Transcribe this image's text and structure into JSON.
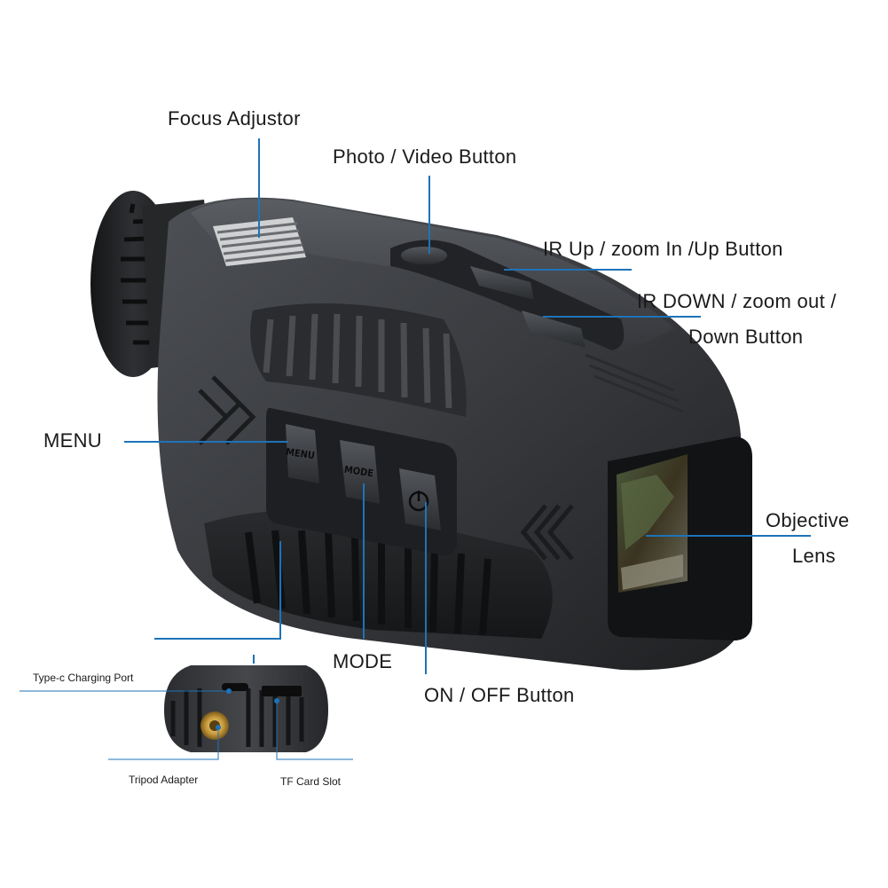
{
  "labels": {
    "focus": "Focus Adjustor",
    "photo_video": "Photo / Video Button",
    "ir_up": "IR Up / zoom In /Up Button",
    "ir_down_line1": "IR DOWN / zoom out /",
    "ir_down_line2": "Down Button",
    "menu": "MENU",
    "mode": "MODE",
    "on_off": "ON / OFF Button",
    "objective_line1": "Objective",
    "objective_line2": "Lens",
    "typec": "Type-c Charging Port",
    "tripod": "Tripod Adapter",
    "tf_card": "TF Card Slot"
  },
  "device": {
    "menu_button_text": "MENU",
    "mode_button_text": "MODE",
    "power_icon": "power-icon"
  },
  "colors": {
    "leader_line": "#1e73b8",
    "body": "#3a3c3f",
    "body_dark": "#1c1d1f",
    "label_text": "#1a1a1a"
  }
}
